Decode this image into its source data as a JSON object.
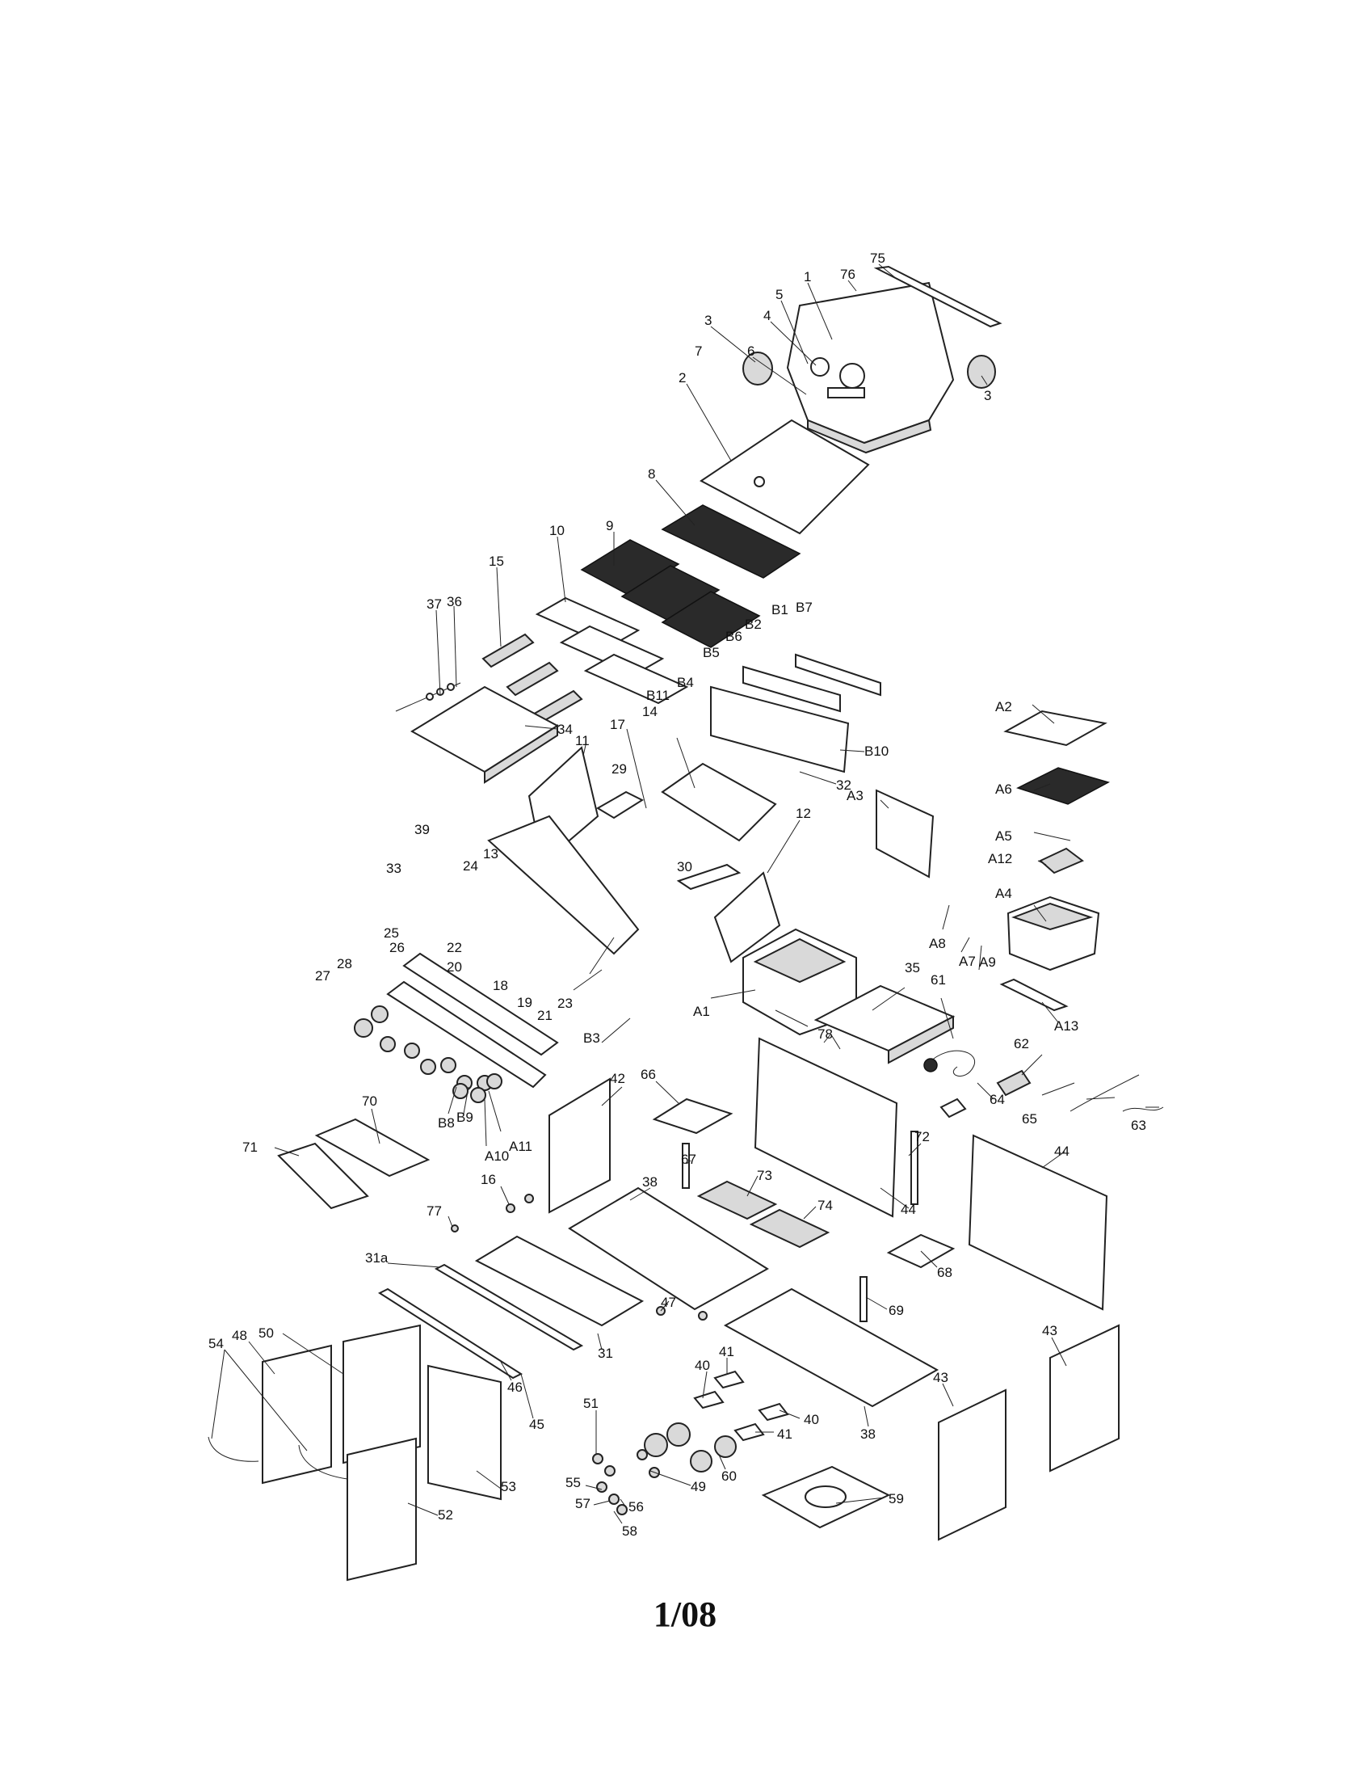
{
  "footer": {
    "page_label": "1/08"
  },
  "callouts": [
    "75",
    "76",
    "1",
    "5",
    "4",
    "6",
    "3",
    "7",
    "3",
    "2",
    "8",
    "9",
    "10",
    "15",
    "37",
    "36",
    "B2",
    "B1",
    "B7",
    "B6",
    "B5",
    "B4",
    "B11",
    "14",
    "B10",
    "32",
    "34",
    "11",
    "17",
    "29",
    "12",
    "A2",
    "A6",
    "A3",
    "A5",
    "A12",
    "A4",
    "39",
    "33",
    "24",
    "13",
    "30",
    "A8",
    "A7",
    "A9",
    "22",
    "20",
    "18",
    "25",
    "19",
    "21",
    "23",
    "B3",
    "A1",
    "35",
    "61",
    "A13",
    "26",
    "28",
    "27",
    "78",
    "62",
    "64",
    "65",
    "63",
    "42",
    "66",
    "70",
    "72",
    "44",
    "44",
    "B8",
    "B9",
    "A11",
    "A10",
    "71",
    "16",
    "67",
    "73",
    "38",
    "74",
    "77",
    "68",
    "31a",
    "47",
    "69",
    "43",
    "43",
    "50",
    "48",
    "54",
    "41",
    "40",
    "40",
    "41",
    "31",
    "46",
    "45",
    "51",
    "38",
    "60",
    "55",
    "49",
    "57",
    "56",
    "58",
    "53",
    "52",
    "59"
  ]
}
